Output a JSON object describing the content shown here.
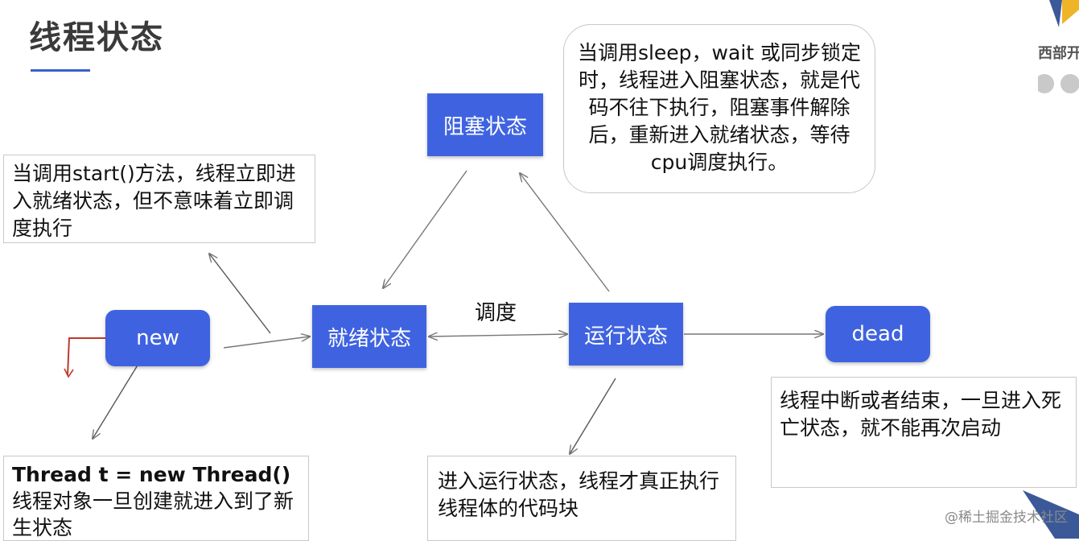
{
  "title": "线程状态",
  "states": {
    "new": "new",
    "ready": "就绪状态",
    "blocked": "阻塞状态",
    "running": "运行状态",
    "dead": "dead"
  },
  "labels": {
    "schedule": "调度"
  },
  "notes": {
    "start": "当调用start()方法，线程立即进入就绪状态，但不意味着立即调度执行",
    "new_code": "Thread t = new Thread()",
    "new_desc": "线程对象一旦创建就进入到了新生状态",
    "blocked": "当调用sleep，wait 或同步锁定时，线程进入阻塞状态，就是代码不往下执行，阻塞事件解除后，重新进入就绪状态，等待cpu调度执行。",
    "running": "进入运行状态，线程才真正执行线程体的代码块",
    "dead": "线程中断或者结束，一旦进入死亡状态，就不能再次启动"
  },
  "brand": {
    "logo_text": "西部开",
    "watermark": "@稀土掘金技术社区"
  },
  "colors": {
    "state_fill": "#3f63e0",
    "accent": "#3a60cf",
    "arrow": "#777777",
    "pen": "#c0392b"
  }
}
